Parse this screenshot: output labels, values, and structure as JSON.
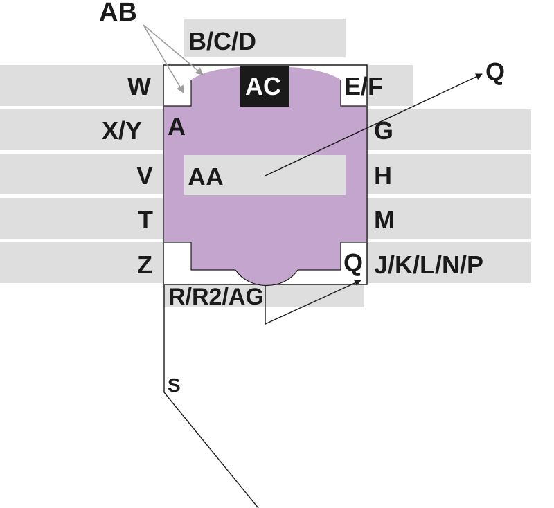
{
  "diagram": {
    "colors": {
      "band": "#dedede",
      "body": "#c3a5cd",
      "outline": "#1a1a1a",
      "badge": "#1a1a1a",
      "badge_text": "#ffffff",
      "arrow": "#9e9e9e"
    },
    "labels": {
      "ab": "AB",
      "bcd": "B/C/D",
      "w": "W",
      "ac": "AC",
      "ef": "E/F",
      "q_top": "Q",
      "xy": "X/Y",
      "a": "A",
      "g": "G",
      "v": "V",
      "aa": "AA",
      "h": "H",
      "t": "T",
      "m": "M",
      "z": "Z",
      "q_inner": "Q",
      "jklnp": "J/K/L/N/P",
      "rr2ag": "R/R2/AG",
      "s": "S"
    }
  }
}
